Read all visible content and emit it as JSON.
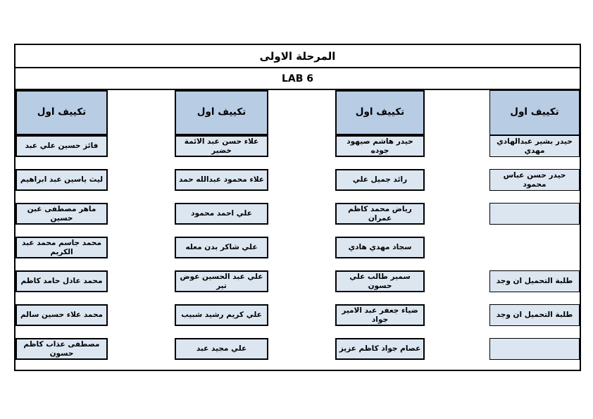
{
  "title": "المرحلة الاولى",
  "lab": "LAB 6",
  "colors": {
    "page_bg": "#ffffff",
    "header_fill": "#b8cce4",
    "cell_fill": "#dce6f1",
    "border": "#000000"
  },
  "groups": [
    {
      "header": "تكييف اول",
      "thin_border": false,
      "students": [
        "فائز حسين علي عبد",
        "ليث ياسين عبد ابراهيم",
        "ماهر مصطفى غبن حسين",
        "محمد جاسم محمد عبد الكريم",
        "محمد عادل حامد كاظم",
        "محمد علاء حسين سالم",
        "مصطفى عذاب كاظم حسون"
      ]
    },
    {
      "header": "تكييف اول",
      "thin_border": false,
      "students": [
        "علاء حسن عبد الائمة خضير",
        "علاء محمود عبدالله حمد",
        "علي احمد محمود",
        "علي شاكر بدن معله",
        "علي عبد الحسين عوض تير",
        "علي كريم رشيد شبيب",
        "علي مجيد عبد"
      ]
    },
    {
      "header": "تكييف اول",
      "thin_border": false,
      "students": [
        "حيدر هاشم صيهود جوده",
        "رائد جميل علي",
        "رياض محمد كاظم عمران",
        "سجاد مهدي هادي",
        "سمير طالب علي حسون",
        "ضياء جعفر عبد الامير جواد",
        "عصام جواد كاظم عزيز"
      ]
    },
    {
      "header": "تكييف اول",
      "thin_border": true,
      "students": [
        "حيدر بشير عبدالهادي مهدي",
        "حيدر حسن عباس محمود",
        "",
        null,
        "طلبة التحميل ان وجد",
        "طلبة التحميل ان وجد",
        ""
      ]
    }
  ]
}
